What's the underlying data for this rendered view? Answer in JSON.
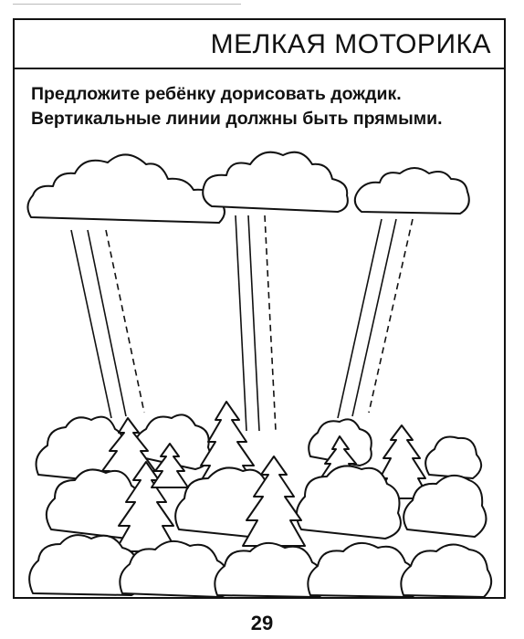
{
  "header": {
    "title": "МЕЛКАЯ МОТОРИКА"
  },
  "instructions": {
    "line1": "Предложите ребёнку дорисовать дождик.",
    "line2": "Вертикальные линии должны быть прямыми."
  },
  "footer": {
    "page_number": "29"
  },
  "colors": {
    "ink": "#111111",
    "paper": "#ffffff"
  },
  "illustration": {
    "clouds": 3,
    "rain_guides_per_cloud": 3,
    "elements": [
      "cloud-icon",
      "tree-icon",
      "bush-icon",
      "rain-line",
      "dashed-rain-guide"
    ]
  }
}
